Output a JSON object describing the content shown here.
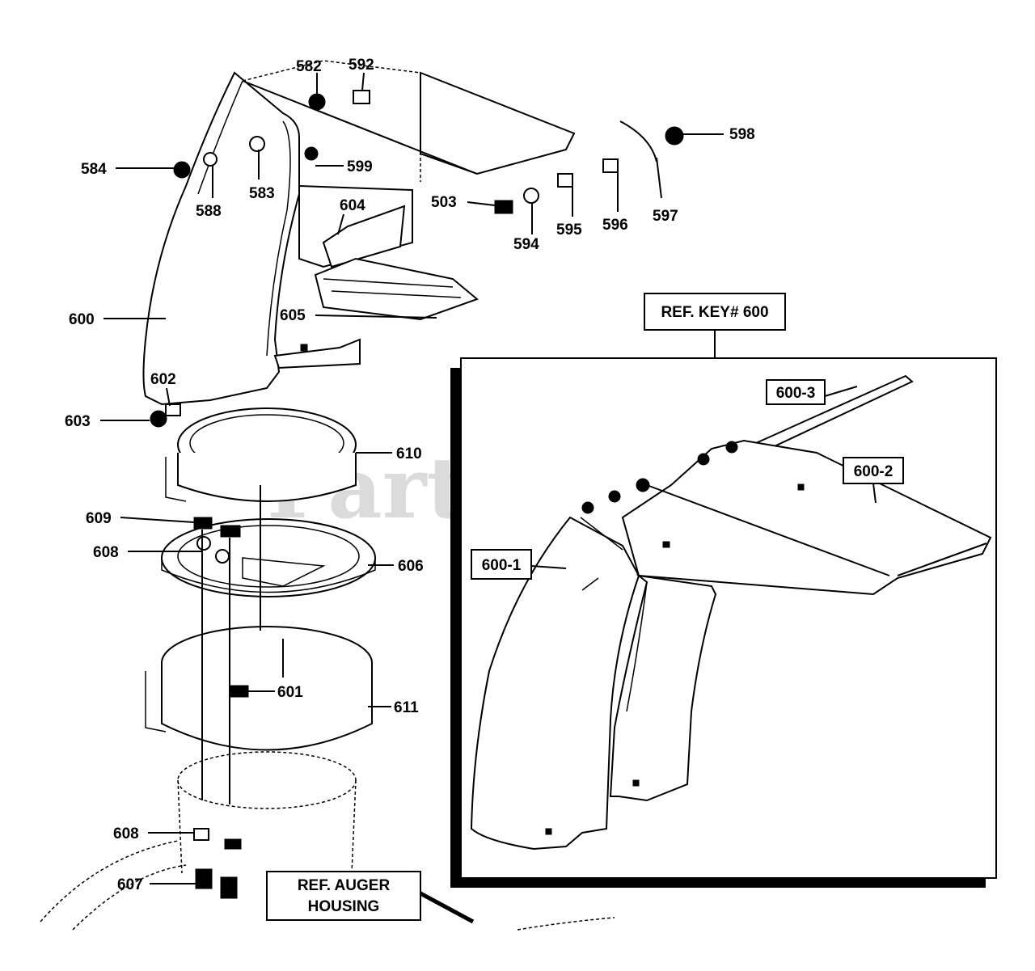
{
  "watermark": "PartsTree",
  "reference_boxes": {
    "key_600": "REF. KEY# 600",
    "auger_line1": "REF. AUGER",
    "auger_line2": "HOUSING"
  },
  "callouts": {
    "p582": "582",
    "p592": "592",
    "p598": "598",
    "p584": "584",
    "p599": "599",
    "p588": "588",
    "p583": "583",
    "p604": "604",
    "p503": "503",
    "p594": "594",
    "p595": "595",
    "p596": "596",
    "p597": "597",
    "p600": "600",
    "p605": "605",
    "p602": "602",
    "p603": "603",
    "p610": "610",
    "p609": "609",
    "p608a": "608",
    "p606": "606",
    "p601": "601",
    "p611": "611",
    "p608b": "608",
    "p607": "607",
    "p600_1": "600-1",
    "p600_2": "600-2",
    "p600_3": "600-3"
  }
}
